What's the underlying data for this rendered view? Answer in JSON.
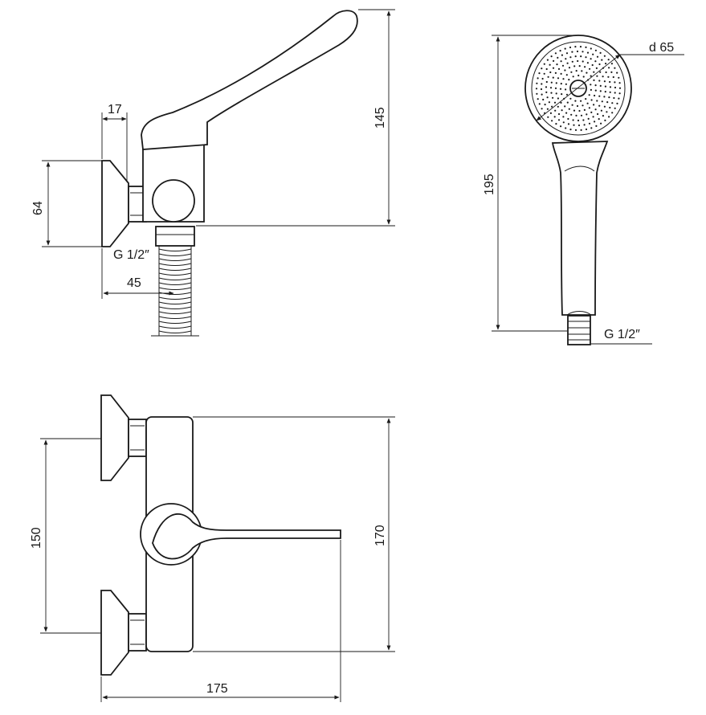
{
  "views": {
    "side": {
      "dim_flange_width": "17",
      "dim_flange_height": "64",
      "dim_total_height": "145",
      "dim_projection": "45",
      "thread_label": "G 1/2″"
    },
    "hand_shower": {
      "dim_head_diameter": "d 65",
      "dim_length": "195",
      "thread_label": "G 1/2″"
    },
    "front": {
      "dim_centers": "150",
      "dim_body_height": "170",
      "dim_width": "175"
    }
  }
}
